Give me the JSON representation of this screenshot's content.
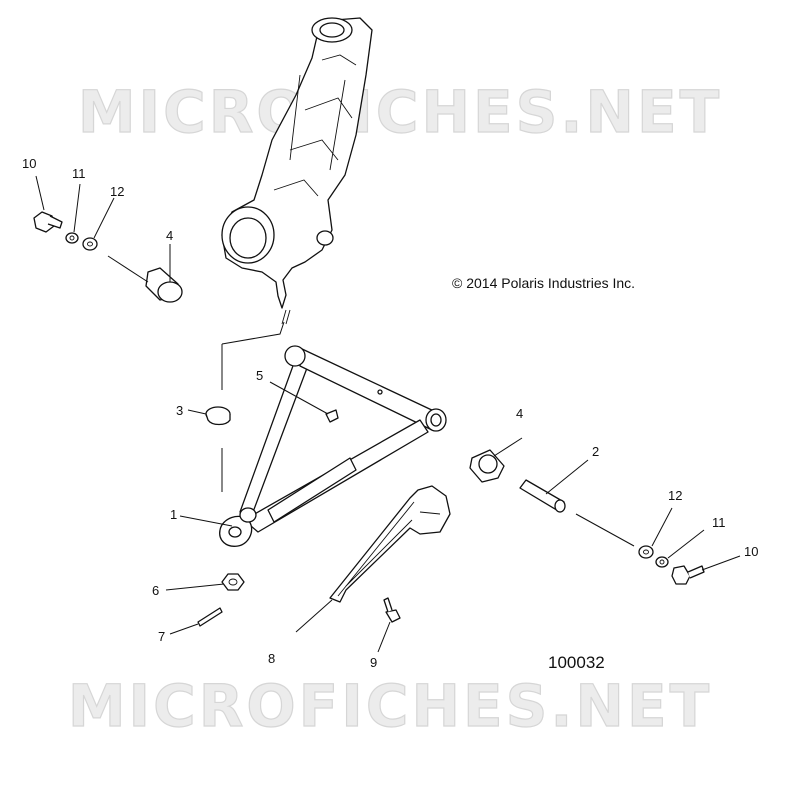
{
  "watermarks": [
    "MICROFICHES.NET",
    "MICROFICHES.NET"
  ],
  "copyright": "© 2014 Polaris Industries Inc.",
  "figure_number": "100032",
  "callouts": [
    "10",
    "11",
    "12",
    "4",
    "5",
    "3",
    "1",
    "6",
    "7",
    "8",
    "9",
    "4",
    "2",
    "12",
    "11",
    "10"
  ],
  "parts": {
    "knuckle": "steering-knuckle",
    "a_arm": "lower-a-arm",
    "shield": "a-arm-guard"
  }
}
